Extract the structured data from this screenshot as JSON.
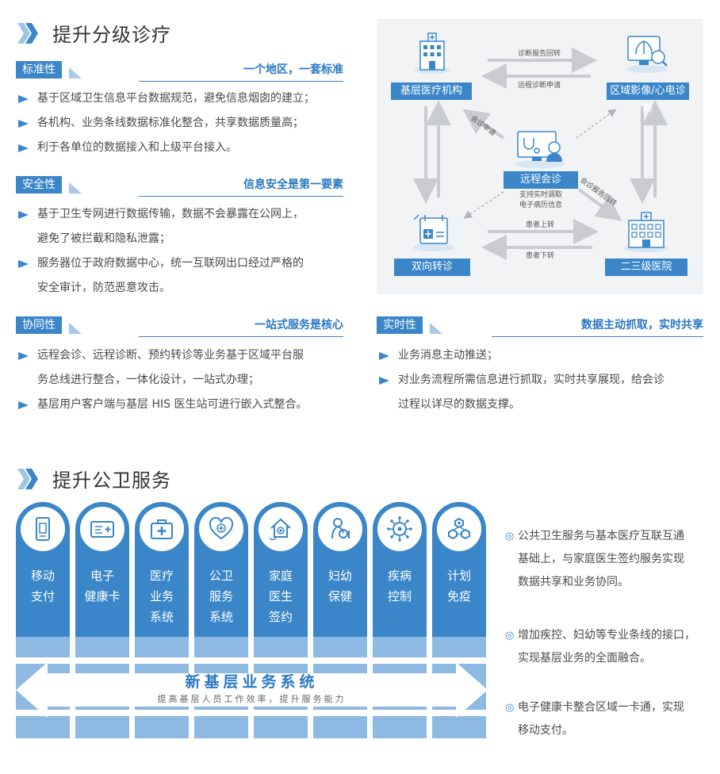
{
  "section1": {
    "title": "提升分级诊疗"
  },
  "standard": {
    "tag": "标准性",
    "headline": "一个地区，一套标准",
    "items": [
      "基于区域卫生信息平台数据规范，避免信息烟囱的建立；",
      "各机构、业务条线数据标准化整合，共享数据质量高；",
      "利于各单位的数据接入和上级平台接入。"
    ]
  },
  "security": {
    "tag": "安全性",
    "headline": "信息安全是第一要素",
    "items": [
      [
        "基于卫生专网进行数据传输，数据不会暴露在公网上，",
        "避免了被拦截和隐私泄露；"
      ],
      [
        "服务器位于政府数据中心，统一互联网出口经过严格的",
        "安全审计，防范恶意攻击。"
      ]
    ]
  },
  "collab": {
    "tag": "协同性",
    "headline": "一站式服务是核心",
    "items": [
      [
        "远程会诊、远程诊断、预约转诊等业务基于区域平台服",
        "务总线进行整合，一体化设计，一站式办理；"
      ],
      [
        "基层用户客户端与基层 HIS 医生站可进行嵌入式整合。"
      ]
    ]
  },
  "realtime": {
    "tag": "实时性",
    "headline": "数据主动抓取，实时共享",
    "items": [
      [
        "业务消息主动推送；"
      ],
      [
        "对业务流程所需信息进行抓取，实时共享展现，给会诊",
        "过程以详尽的数据支撑。"
      ]
    ]
  },
  "diagram": {
    "nodes": {
      "primary": "基层医疗机构",
      "imaging": "区域影像/心电诊断",
      "consult": "远程会诊",
      "referral": "双向转诊",
      "hospital": "二三级医院"
    },
    "labels": {
      "report_return": "诊断报告回转",
      "remote_request": "远程诊断申请",
      "consult_request": "会诊申请",
      "consult_report": "会诊报告回转",
      "patient_up": "患者上转",
      "patient_down": "患者下转"
    },
    "consult_note": [
      "支持实时调取",
      "电子病历信息"
    ]
  },
  "section2": {
    "title": "提升公卫服务"
  },
  "columns": [
    {
      "icon": "mobile-pay-icon",
      "lines": [
        "移动",
        "支付"
      ]
    },
    {
      "icon": "health-card-icon",
      "lines": [
        "电子",
        "健康卡"
      ]
    },
    {
      "icon": "medical-kit-icon",
      "lines": [
        "医疗",
        "业务",
        "系统"
      ]
    },
    {
      "icon": "heart-care-icon",
      "lines": [
        "公卫",
        "服务",
        "系统"
      ]
    },
    {
      "icon": "family-doctor-icon",
      "lines": [
        "家庭",
        "医生",
        "签约"
      ]
    },
    {
      "icon": "maternal-icon",
      "lines": [
        "妇幼",
        "保健"
      ]
    },
    {
      "icon": "virus-icon",
      "lines": [
        "疾病",
        "控制"
      ]
    },
    {
      "icon": "vaccine-icon",
      "lines": [
        "计划",
        "免疫"
      ]
    }
  ],
  "banner": {
    "title": "新基层业务系统",
    "subtitle": "提高基层人员工作效率，提升服务能力"
  },
  "right_points": [
    {
      "bullet": "◎",
      "lines": [
        "公共卫生服务与基本医疗互联互通",
        "基础上，与家庭医生签约服务实现",
        "数据共享和业务协同。"
      ]
    },
    {
      "bullet": "◎",
      "lines": [
        "增加疾控、妇幼等专业条线的接口，",
        "实现基层业务的全面融合。"
      ]
    },
    {
      "bullet": "◎",
      "lines": [
        "电子健康卡整合区域一卡通，实现",
        "移动支付。"
      ]
    }
  ],
  "colors": {
    "primary": "#3a86c8",
    "light": "#8db9e3",
    "text": "#4a4a4a",
    "panel": "#f1f3f5"
  }
}
